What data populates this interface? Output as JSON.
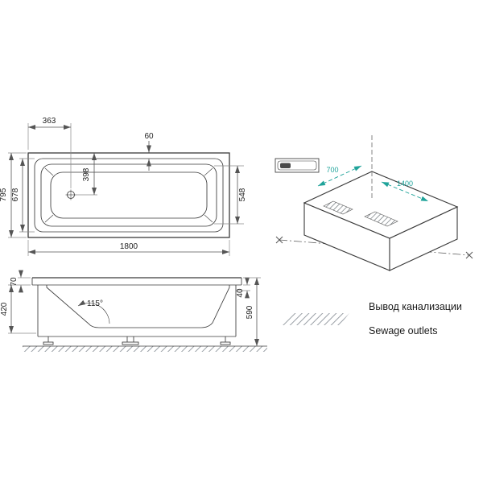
{
  "top_view": {
    "dims": {
      "drain_offset": "363",
      "centerline": "398",
      "rim_width": "60",
      "outer_width": "795",
      "inner_width": "678",
      "basin_width": "548",
      "length": "1800"
    }
  },
  "side_view": {
    "dims": {
      "rim_thickness": "70",
      "skirt_height": "420",
      "wall_angle": "115°",
      "rim_drop": "40",
      "total_height": "590"
    }
  },
  "iso_view": {
    "dims": {
      "outlet_offset": "700",
      "outlet_offset_2": "1400"
    }
  },
  "legend": {
    "label_ru": "Вывод канализации",
    "label_en": "Sewage outlets"
  },
  "colors": {
    "line": "#3a3a3a",
    "dimension": "#555555",
    "accent_teal": "#1fa39a",
    "hatch": "#9aa0a6"
  }
}
